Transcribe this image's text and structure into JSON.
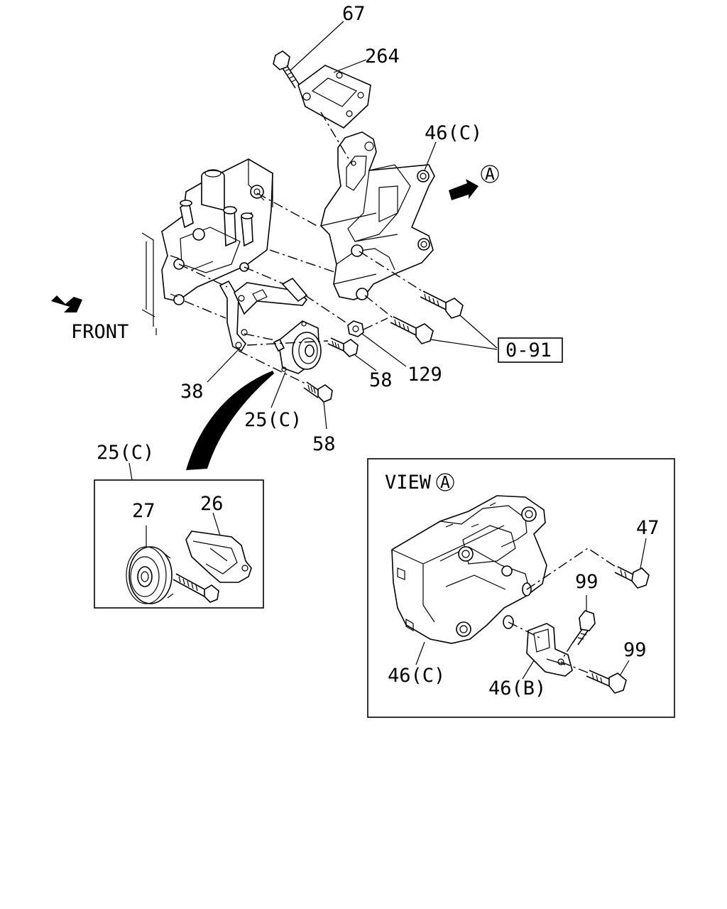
{
  "callouts": {
    "c67": "67",
    "c264": "264",
    "c46c_top": "46(C)",
    "cA_top": "A",
    "c129": "129",
    "c58_a": "58",
    "c58_b": "58",
    "c38": "38",
    "c25c_main": "25(C)",
    "c0_91": "0-91",
    "c25c_box": "25(C)",
    "c27": "27",
    "c26": "26",
    "c47": "47",
    "c99_a": "99",
    "c99_b": "99",
    "c46c_view": "46(C)",
    "c46b_view": "46(B)"
  },
  "front_label": "FRONT",
  "view": {
    "label": "VIEW",
    "marker": "A"
  }
}
